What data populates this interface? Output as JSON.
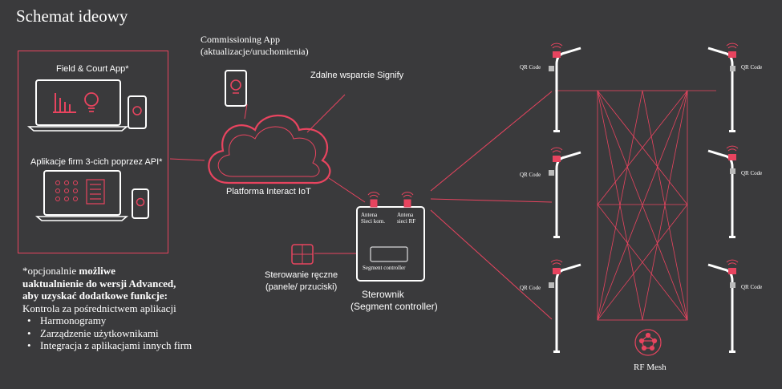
{
  "title": "Schemat ideowy",
  "apps": {
    "field_court": "Field & Court App*",
    "third_party": "Aplikacje firm 3-cich poprzez API*"
  },
  "commissioning": {
    "title": "Commissioning App",
    "subtitle": "(aktualizacje/uruchomienia)"
  },
  "remote_support": "Zdalne wsparcie Signify",
  "platform": "Platforma Interact IoT",
  "manual_control": {
    "line1": "Sterowanie ręczne",
    "line2": "(panele/ przuciski)"
  },
  "controller": {
    "line1": "Sterownik",
    "line2": "(Segment controller)",
    "antenna1_l1": "Antena",
    "antenna1_l2": "Sieci kom.",
    "antenna2_l1": "Antena",
    "antenna2_l2": "sieci RF",
    "inner_label": "Segment controller"
  },
  "qr_label": "QR Code",
  "rf_mesh": "RF Mesh",
  "notes": {
    "line1_normal": "*opcjonalnie ",
    "line1_bold": "możliwe",
    "line2_bold": "uaktualnienie do wersji Advanced,",
    "line3_bold": "aby uzyskać dodatkowe funkcje:",
    "line4": "Kontrola za pośrednictwem aplikacji",
    "bullets": [
      "Harmonogramy",
      "Zarządzenie użytkownikami",
      "Integracja z aplikacjami innych firm"
    ]
  },
  "colors": {
    "background": "#3a3a3c",
    "accent": "#e8445f",
    "text": "#ffffff"
  }
}
